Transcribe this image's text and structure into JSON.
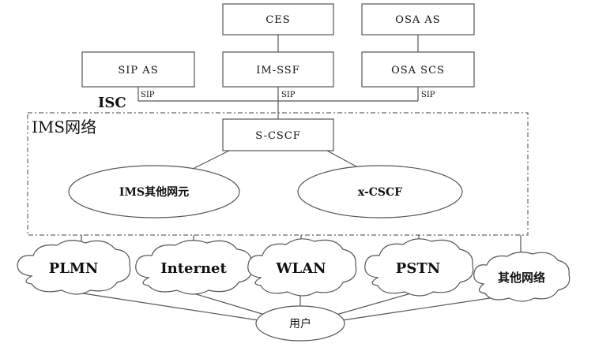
{
  "top_boxes": {
    "ces": "CES",
    "osa_as": "OSA AS",
    "sip_as": "SIP AS",
    "im_ssf": "IM-SSF",
    "osa_scs": "OSA SCS"
  },
  "sip_labels": [
    "SIP",
    "SIP",
    "SIP"
  ],
  "isc_label": "ISC",
  "ims_network": {
    "title": "IMS网络",
    "s_cscf": "S-CSCF",
    "other_elements": "IMS其他网元",
    "x_cscf": "x-CSCF"
  },
  "networks": [
    "PLMN",
    "Internet",
    "WLAN",
    "PSTN",
    "其他网络"
  ],
  "user_label": "用户"
}
